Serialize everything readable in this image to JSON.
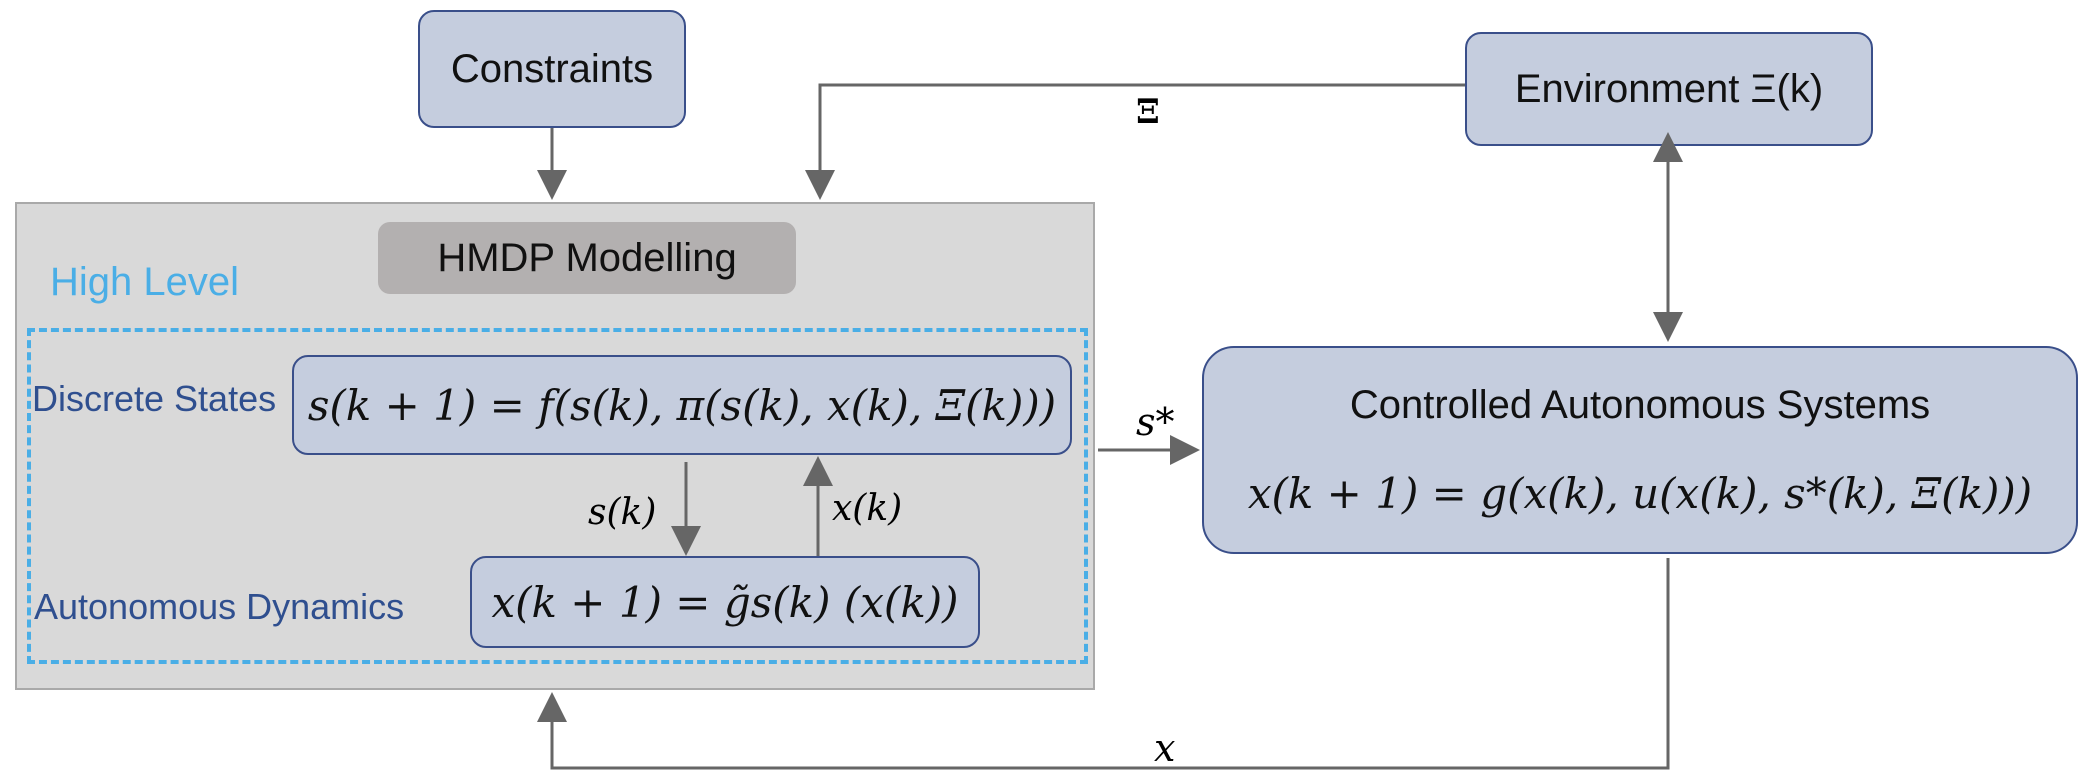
{
  "nodes": {
    "constraints": "Constraints",
    "environment": "Environment Ξ(k)",
    "hmdp": "HMDP Modelling",
    "controlled_title": "Controlled Autonomous Systems",
    "controlled_eq": "x(k + 1) = g(x(k), u(x(k), s*(k), Ξ(k)))",
    "discrete_eq": "s(k + 1) = f(s(k), π(s(k), x(k), Ξ(k)))",
    "dynamics_eq": "x(k + 1) = g̃s(k) (x(k))"
  },
  "labels": {
    "high_level": "High Level",
    "discrete_states": "Discrete States",
    "autonomous_dynamics": "Autonomous Dynamics"
  },
  "edges": {
    "xi": "Ξ",
    "s_star": "s*",
    "s_k": "s(k)",
    "x_k": "x(k)",
    "x": "x"
  },
  "colors": {
    "panel": "#d9d9d9",
    "blue_box": "#c5cdde",
    "dashed": "#4aaee6",
    "label_blue": "#2f4f8f",
    "arrow": "#666666"
  }
}
